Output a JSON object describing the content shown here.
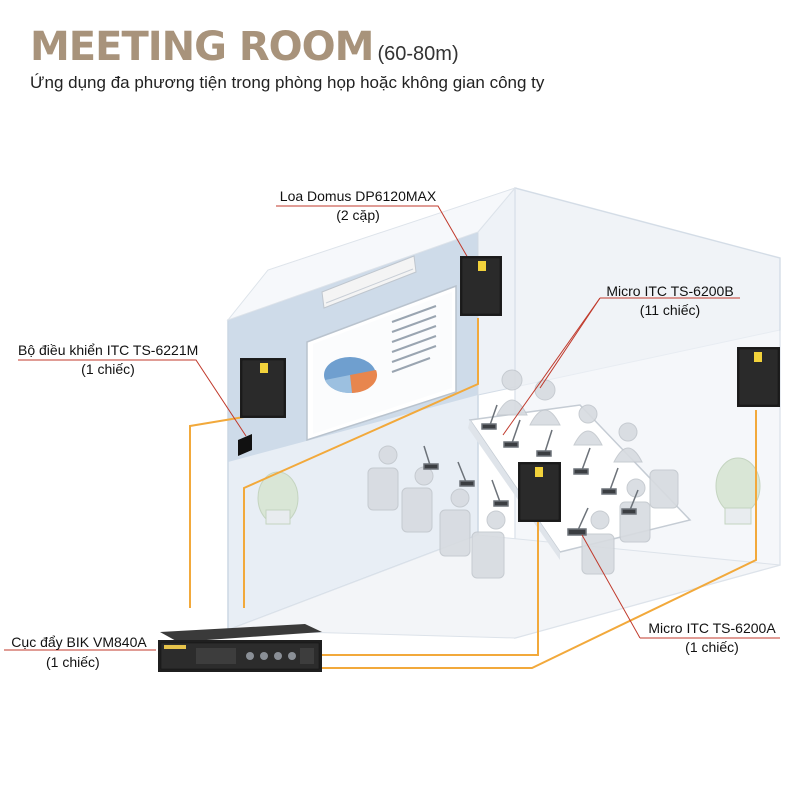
{
  "header": {
    "title": "MEETING ROOM",
    "title_suffix": "(60-80m)",
    "subtitle": "Ứng dụng đa phương tiện trong phòng họp hoặc không gian công ty"
  },
  "labels": {
    "speaker": {
      "name": "Loa Domus DP6120MAX",
      "qty": "(2 cặp)"
    },
    "controller": {
      "name": "Bộ điều khiển ITC TS-6221M",
      "qty": "(1 chiếc)"
    },
    "mic_delegate": {
      "name": "Micro ITC TS-6200B",
      "qty": "(11 chiếc)"
    },
    "mic_chair": {
      "name": "Micro ITC TS-6200A",
      "qty": "(1 chiếc)"
    },
    "amplifier": {
      "name": "Cục đẩy BIK VM840A",
      "qty": "(1 chiếc)"
    }
  },
  "colors": {
    "title": "#a8937b",
    "cable": "#f2a93b",
    "leader_line": "#c0392b",
    "room_wall": "#dfe8f2",
    "back_wall": "#c9d7e6",
    "speaker_body": "#1d1d1d",
    "speaker_badge": "#f2d23b"
  }
}
